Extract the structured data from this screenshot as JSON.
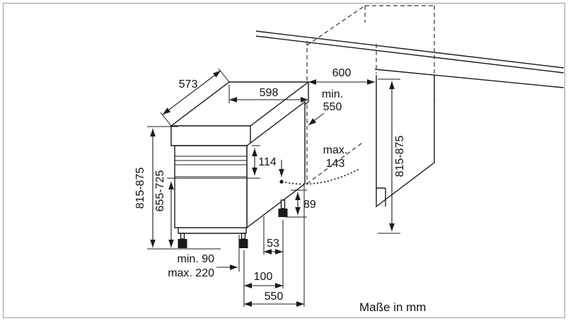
{
  "diagram": {
    "caption": "Maße in mm",
    "dimensions": {
      "appliance_depth": "573",
      "appliance_width": "598",
      "niche_width": "600",
      "niche_depth_min_label": "min.",
      "niche_depth_min_value": "550",
      "appliance_height_range": "815-875",
      "front_panel_height_range": "655-725",
      "control_panel_height": "114",
      "door_overhang_max_label": "max.",
      "door_overhang_max_value": "143",
      "plinth_clearance_height": "89",
      "rear_foot_offset": "53",
      "plinth_recess_min": "min. 90",
      "plinth_recess_max": "max. 220",
      "front_foot_setback": "100",
      "foot_span_depth": "550",
      "niche_height_range": "815-875"
    }
  }
}
